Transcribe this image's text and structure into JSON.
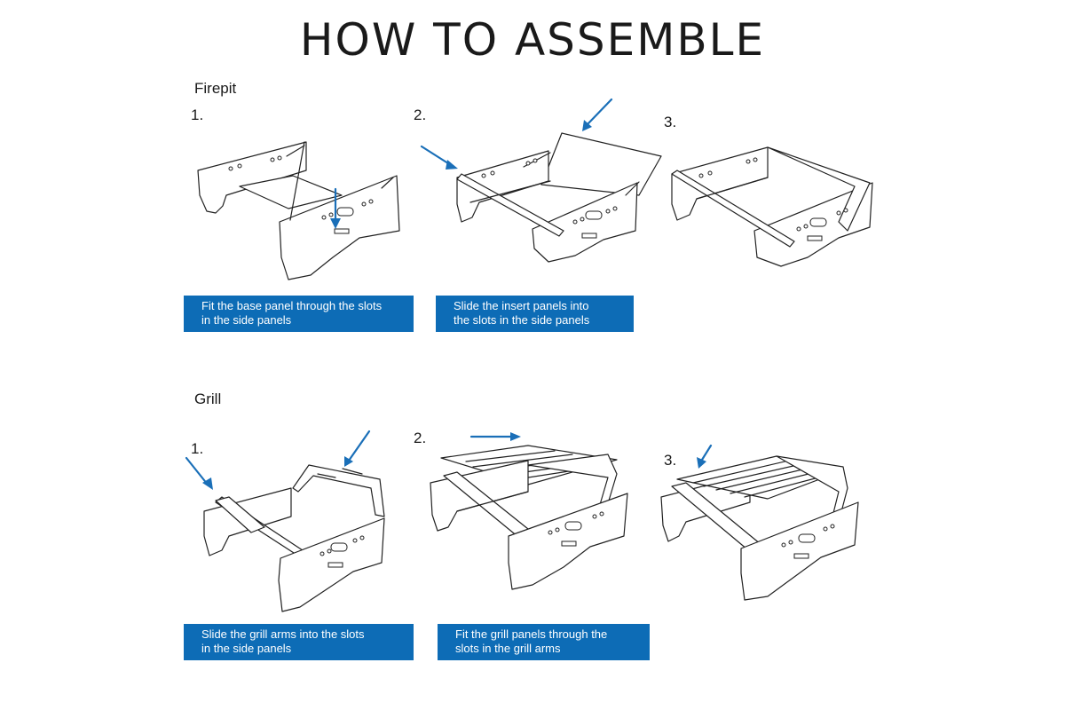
{
  "title": "HOW TO ASSEMBLE",
  "colors": {
    "caption_bg": "#0d6cb6",
    "arrow": "#1a6fb8",
    "line": "#222222"
  },
  "firepit": {
    "label": "Firepit",
    "steps": [
      {
        "number": "1.",
        "caption": "Fit the base panel through the slots\nin the side panels"
      },
      {
        "number": "2.",
        "caption": "Slide the insert panels into\nthe slots in the side panels"
      },
      {
        "number": "3.",
        "caption": ""
      }
    ]
  },
  "grill": {
    "label": "Grill",
    "steps": [
      {
        "number": "1.",
        "caption": "Slide the grill arms into the slots\nin the side panels"
      },
      {
        "number": "2.",
        "caption": "Fit the grill panels through the\nslots in the grill arms"
      },
      {
        "number": "3.",
        "caption": ""
      }
    ]
  }
}
